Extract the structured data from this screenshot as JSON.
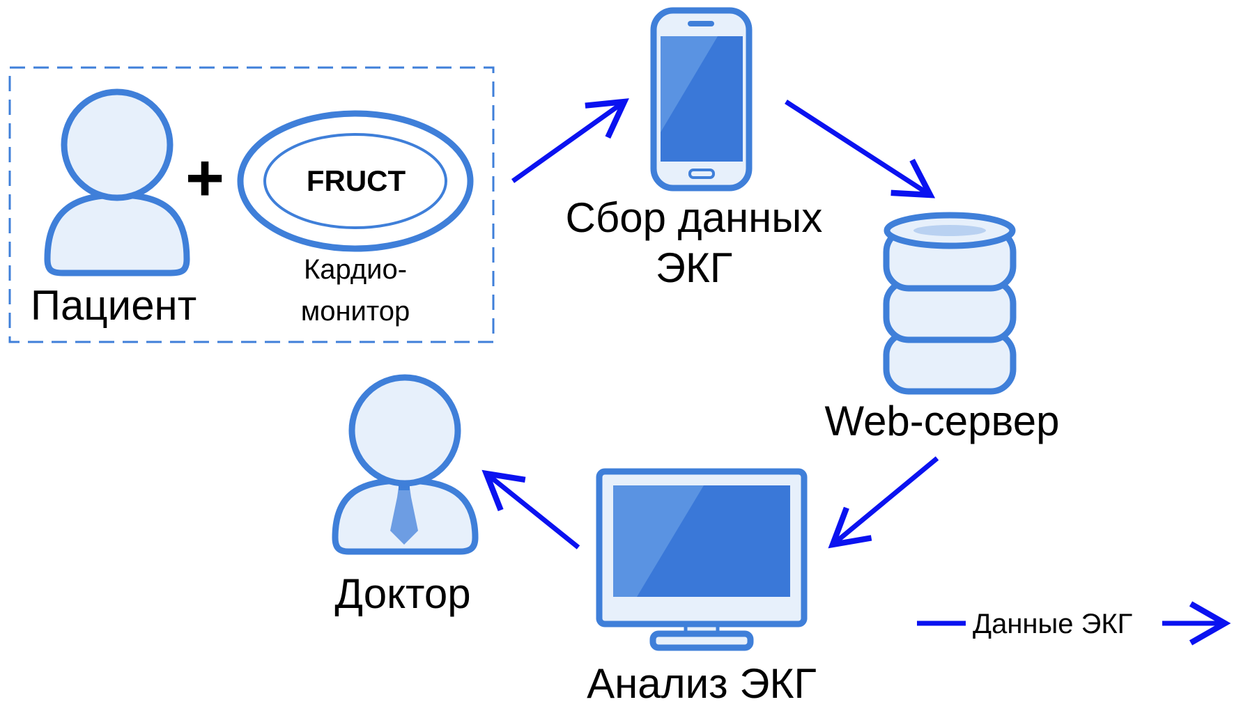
{
  "labels": {
    "patient": "Пациент",
    "monitor_line1": "Кардио-",
    "monitor_line2": "монитор",
    "brand": "FRUCT",
    "plus": "+",
    "collection_line1": "Сбор данных",
    "collection_line2": "ЭКГ",
    "server": "Web-сервер",
    "analysis": "Анализ ЭКГ",
    "doctor": "Доктор",
    "legend": "Данные ЭКГ"
  },
  "colors": {
    "icon_outline": "#3f7fd9",
    "icon_fill_light": "#e7f0fb",
    "screen_blue": "#3a78d8",
    "screen_highlight": "#5a93e2",
    "arrow": "#0a12f0",
    "dashed_border": "#3f7fd9",
    "text": "#000000"
  },
  "icons": {
    "patient": "person-icon",
    "monitor": "cardio-monitor-icon",
    "phone": "smartphone-icon",
    "server": "database-server-icon",
    "computer": "desktop-monitor-icon",
    "doctor": "doctor-icon"
  }
}
